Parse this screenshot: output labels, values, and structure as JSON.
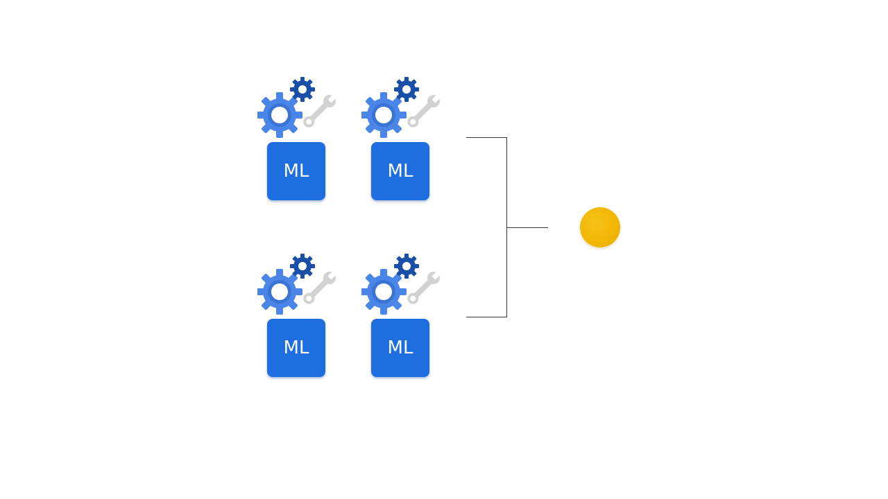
{
  "diagram": {
    "models": [
      {
        "label": "ML",
        "icons": [
          "large-gear-icon",
          "small-gear-icon",
          "wrench-icon"
        ]
      },
      {
        "label": "ML",
        "icons": [
          "large-gear-icon",
          "small-gear-icon",
          "wrench-icon"
        ]
      },
      {
        "label": "ML",
        "icons": [
          "large-gear-icon",
          "small-gear-icon",
          "wrench-icon"
        ]
      },
      {
        "label": "ML",
        "icons": [
          "large-gear-icon",
          "small-gear-icon",
          "wrench-icon"
        ]
      }
    ],
    "colors": {
      "ml_box": "#1f6ee0",
      "large_gear": "#4a86e8",
      "small_gear": "#1a4fa8",
      "wrench": "#cfcfcf",
      "connector_line": "#333333",
      "output_dot": "#f2b600"
    },
    "output_node": {
      "shape": "circle",
      "color": "#f2b600"
    }
  }
}
